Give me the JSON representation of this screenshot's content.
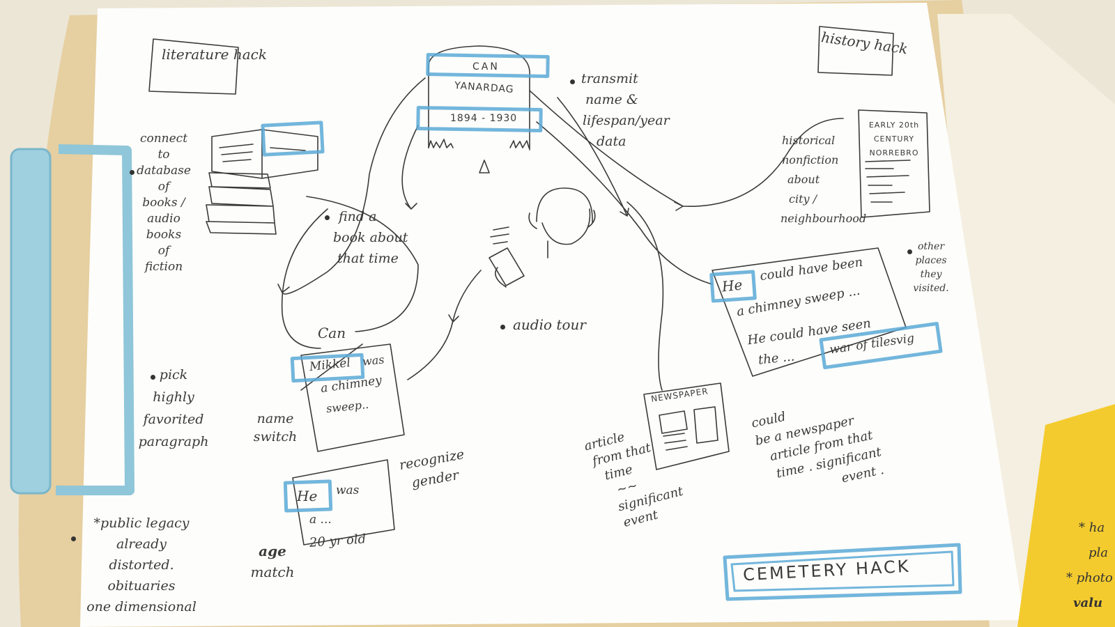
{
  "headings": {
    "literature": [
      "literature",
      "hack"
    ],
    "history": [
      "history",
      "hack"
    ],
    "cemetery": "CEMETERY   HACK"
  },
  "headstone": {
    "first": "CAN",
    "last": "YANARDAG",
    "years": "1894 - 1930"
  },
  "notes": {
    "transmit": [
      "transmit",
      "name &",
      "lifespan/year",
      "data"
    ],
    "connect": [
      "connect",
      "to",
      "database",
      "of",
      "books /",
      "audio",
      "books",
      "of",
      "fiction"
    ],
    "find_book": [
      "find a",
      "book about",
      "that time"
    ],
    "audio_tour": "audio tour",
    "pick": [
      "pick",
      "highly",
      "favorited",
      "paragraph"
    ],
    "public": [
      "*public legacy",
      "already",
      "distorted.",
      "obituaries",
      "one dimensional"
    ],
    "name_switch": [
      "name",
      "switch"
    ],
    "recognize_gender": [
      "recognize",
      "gender"
    ],
    "age_match": [
      "age",
      "match"
    ],
    "historical": [
      "historical",
      "nonfiction",
      "about",
      "city /",
      "neighbourhood"
    ],
    "other_places": [
      "other",
      "places",
      "they",
      "visited."
    ],
    "article": [
      "article",
      "from that",
      "time",
      "~~",
      "significant",
      "event"
    ],
    "could_be": [
      "could",
      "be a newspaper",
      "article from that",
      "time . significant",
      "event ."
    ]
  },
  "cards": {
    "mikkel": {
      "above": "Can",
      "name": "Mikkel",
      "rest1": "was",
      "rest2": "a chimney",
      "rest3": "sweep.."
    },
    "he": {
      "name": "He",
      "rest1": "was",
      "rest2": "a ...",
      "rest3": "20 yr old"
    },
    "right": {
      "name": "He",
      "line1": "could have been",
      "line2": "a chimney sweep ...",
      "line3": "He could have seen",
      "line4": "the ...",
      "event": "war of tilesvig"
    }
  },
  "history_book": [
    "EARLY 20th",
    "CENTURY",
    "NORREBRO"
  ],
  "newspaper": "NEWSPAPER",
  "sticky": [
    "* ha",
    "pla",
    "* photo",
    "valu"
  ],
  "colors": {
    "ink": "#333333",
    "highlight": "#5aa9d6",
    "paper": "#fdfdfb",
    "clip": "#8fc6d9",
    "sticky": "#f4cb2e"
  }
}
